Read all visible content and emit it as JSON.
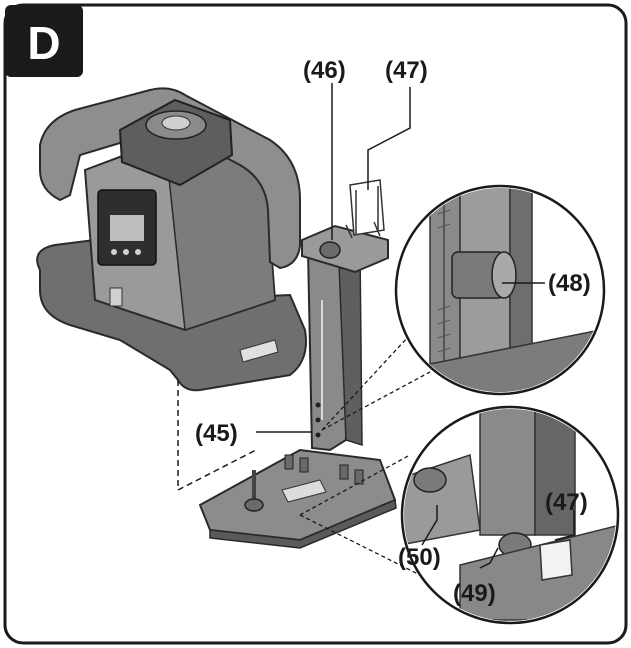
{
  "section_label": "D",
  "callouts": {
    "c45": "(45)",
    "c46": "(46)",
    "c47_top": "(47)",
    "c47_detail": "(47)",
    "c48": "(48)",
    "c49": "(49)",
    "c50": "(50)"
  },
  "colors": {
    "frame": "#1a1a1a",
    "device_body": "#8a8a8a",
    "device_dark": "#3a3a3a",
    "device_light": "#c8c8c8",
    "bracket": "#7a7a7a"
  }
}
